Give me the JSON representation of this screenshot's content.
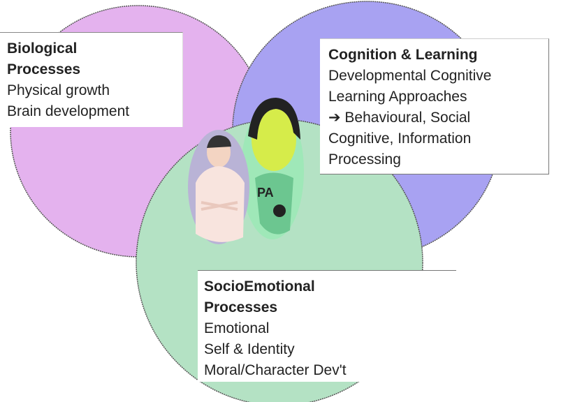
{
  "diagram": {
    "colors": {
      "biological": "#e4b2ee",
      "cognition": "#a8a2f2",
      "socioemotional": "#b4e2c4"
    },
    "biological": {
      "title_line1": "Biological",
      "title_line2": "Processes",
      "items": [
        "Physical growth",
        "Brain development"
      ]
    },
    "cognition": {
      "title": "Cognition & Learning",
      "lines": [
        "Developmental Cognitive",
        "Learning Approaches",
        "➔ Behavioural, Social",
        "Cognitive, Information",
        "Processing"
      ]
    },
    "socioemotional": {
      "title_line1": "SocioEmotional",
      "title_line2": "Processes",
      "items": [
        "Emotional",
        "Self & Identity",
        "Moral/Character Dev't"
      ]
    }
  }
}
